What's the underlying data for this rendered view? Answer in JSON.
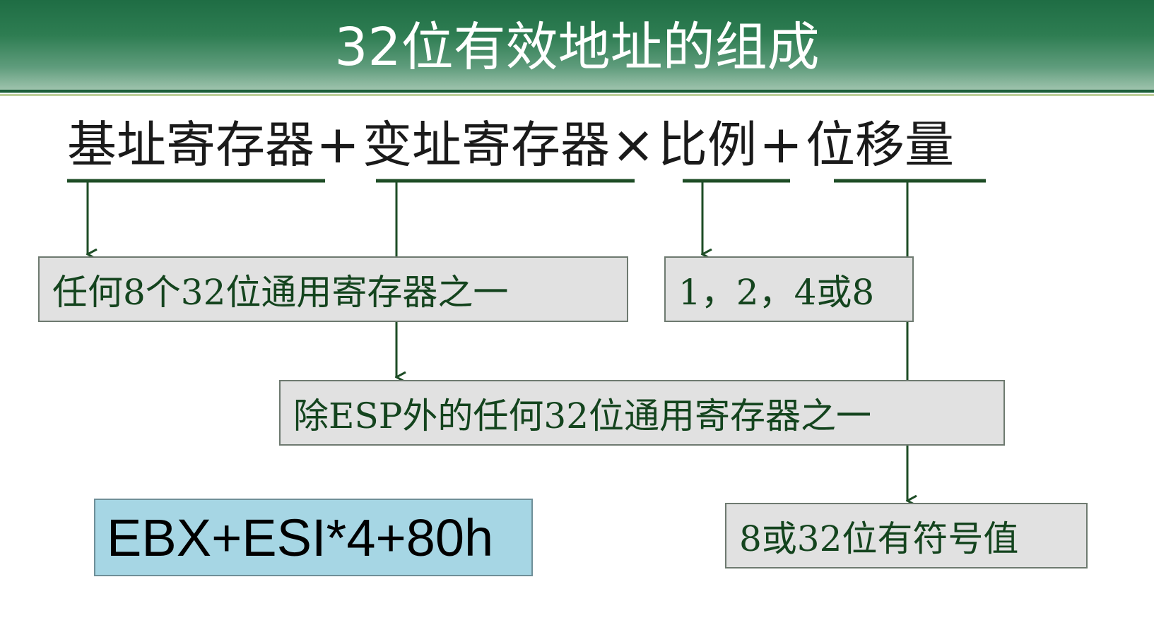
{
  "title": "32位有效地址的组成",
  "formula": {
    "base": "基址寄存器",
    "plus1": "+",
    "index": "变址寄存器",
    "times": "×",
    "scale": "比例",
    "plus2": "+",
    "displacement": "位移量"
  },
  "boxes": {
    "base_desc": "任何8个32位通用寄存器之一",
    "scale_desc": "1，2，4或8",
    "index_desc": "除ESP外的任何32位通用寄存器之一",
    "displacement_desc": "8或32位有符号值"
  },
  "example": "EBX+ESI*4+80h",
  "colors": {
    "title_bg": "#2e7d52",
    "line": "#1e4d26",
    "box_bg": "#e1e1e1",
    "box_text": "#14441e",
    "example_bg": "#a6d6e4"
  }
}
